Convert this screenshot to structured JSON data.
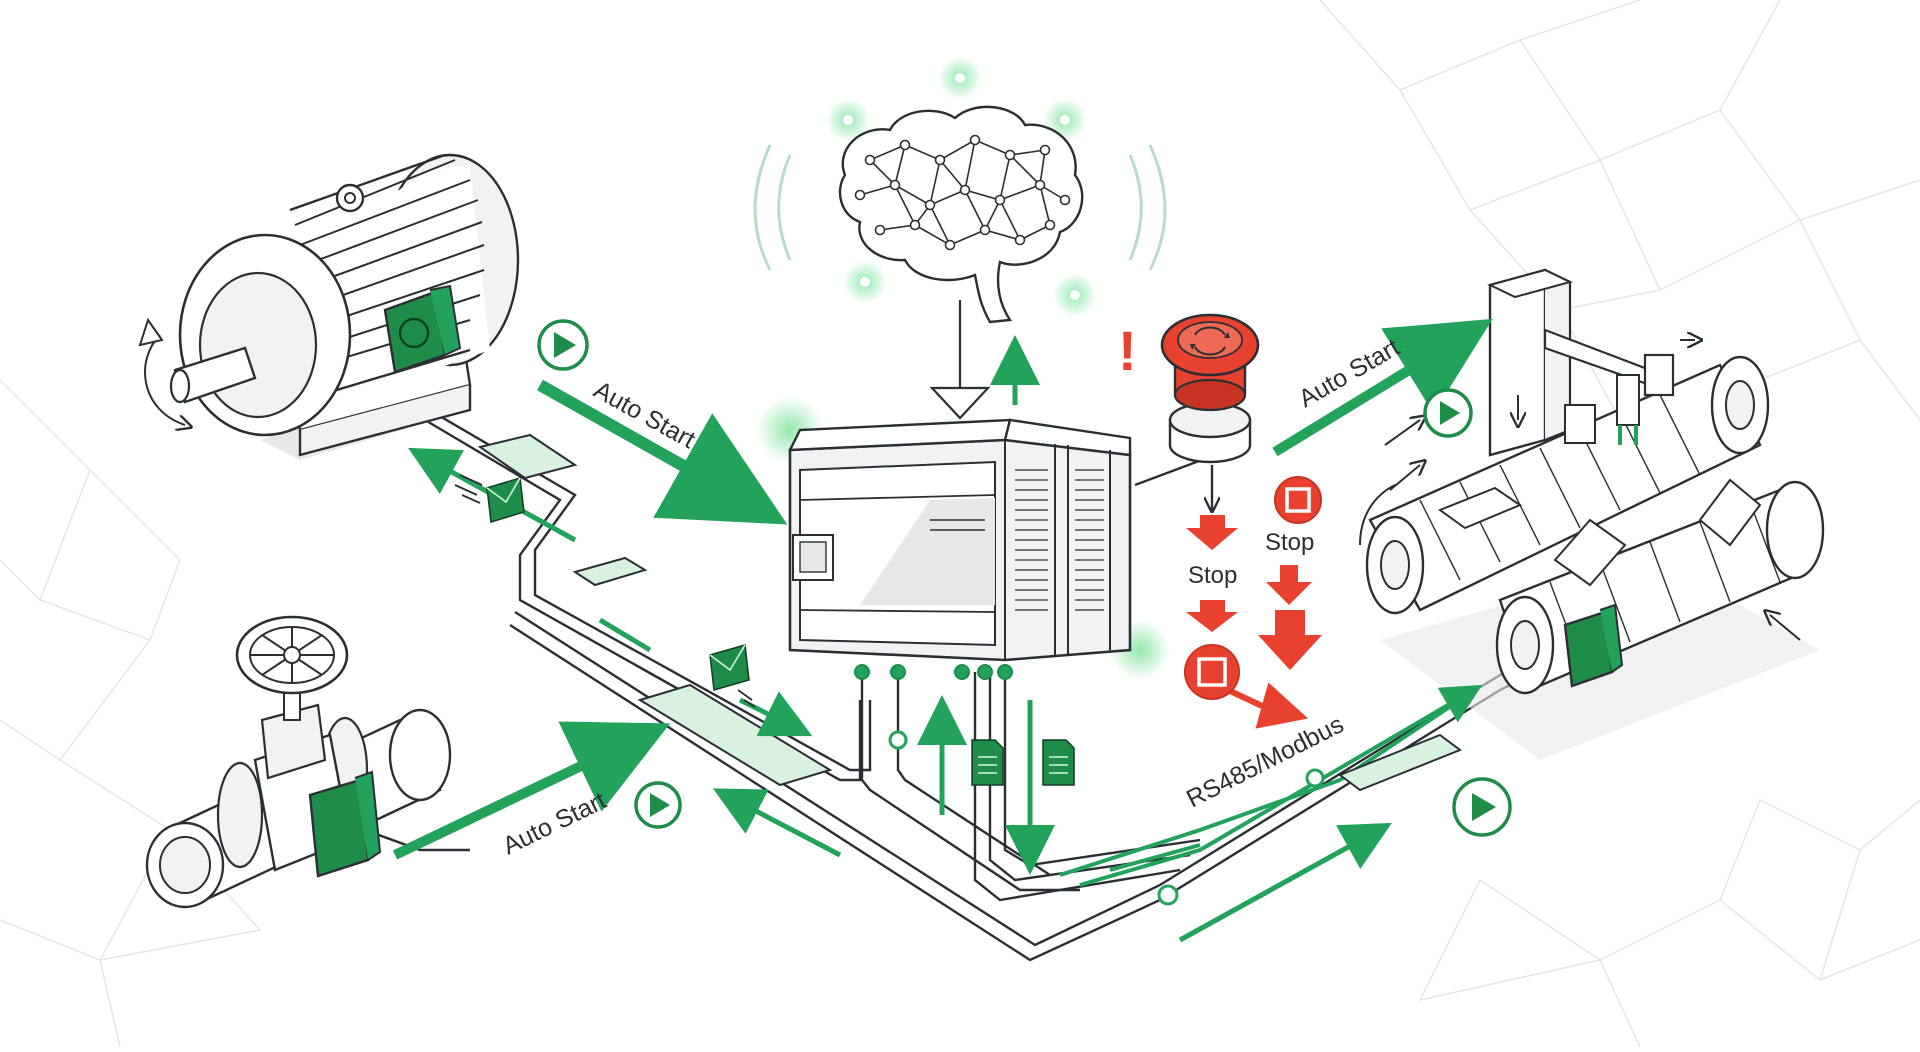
{
  "labels": {
    "auto_start_motor": "Auto Start",
    "auto_start_valve": "Auto Start",
    "auto_start_conveyor": "Auto Start",
    "stop_left": "Stop",
    "stop_right": "Stop",
    "protocol": "RS485/Modbus"
  },
  "colors": {
    "accent_green": "#22a25a",
    "dark_green": "#1f8c4a",
    "pale_green": "#d9f2df",
    "alert_red": "#e8412f",
    "line": "#2b2f33",
    "shade": "#e6e8ea"
  },
  "icons": [
    "brain-network-icon",
    "plc-controller-icon",
    "electric-motor-icon",
    "valve-icon",
    "conveyor-robot-icon",
    "emergency-stop-icon",
    "play-icon",
    "stop-icon",
    "envelope-icon",
    "document-icon"
  ]
}
